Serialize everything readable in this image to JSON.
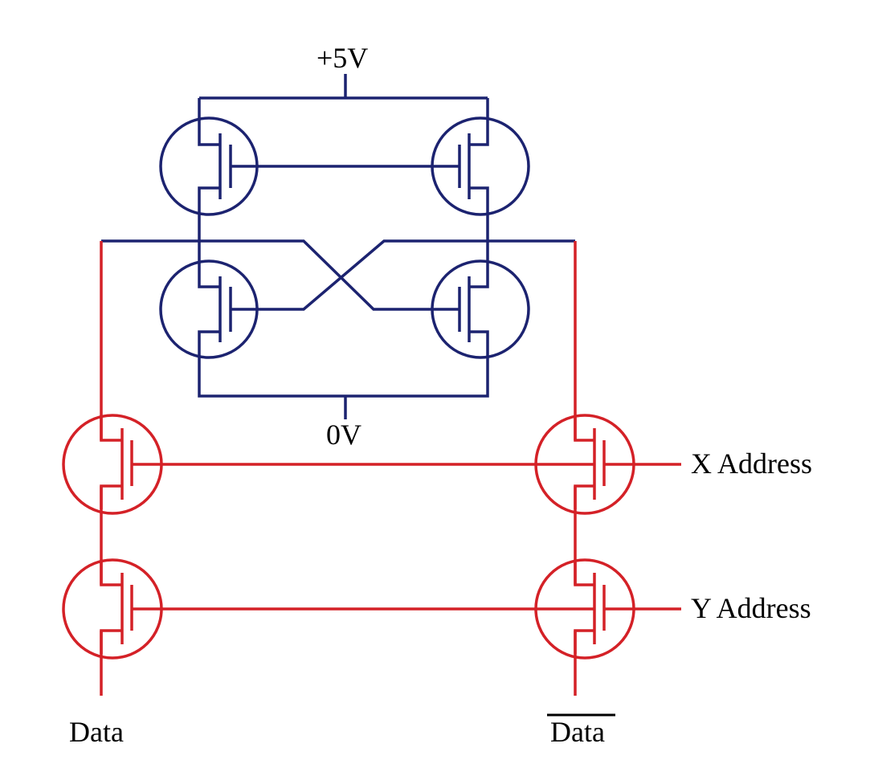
{
  "labels": {
    "supply": "+5V",
    "ground": "0V",
    "x_address": "X Address",
    "y_address": "Y Address",
    "data": "Data",
    "data_bar": "Data"
  },
  "colors": {
    "latch": "#1c2370",
    "access": "#d42127",
    "background": "#ffffff",
    "text": "#000000"
  }
}
